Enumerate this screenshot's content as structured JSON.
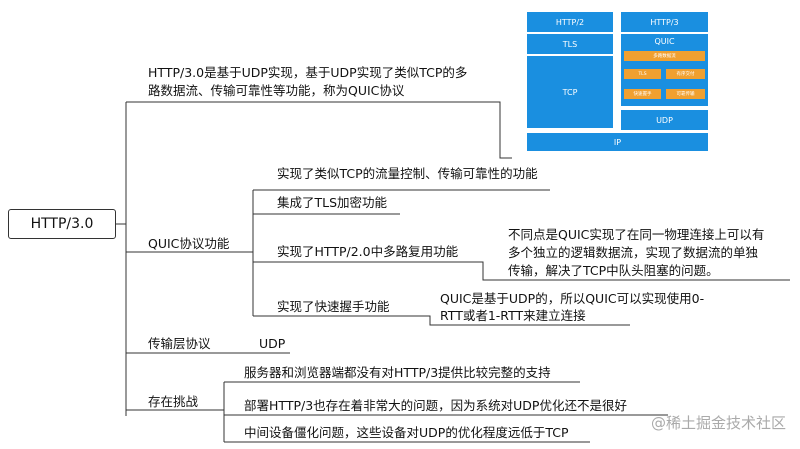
{
  "root": "HTTP/3.0",
  "branch1": {
    "line1": "HTTP/3.0是基于UDP实现，基于UDP实现了类似TCP的多",
    "line2": "路数据流、传输可靠性等功能，称为QUIC协议"
  },
  "quic": {
    "label": "QUIC协议功能",
    "items": [
      "实现了类似TCP的流量控制、传输可靠性的功能",
      "集成了TLS加密功能",
      "实现了HTTP/2.0中多路复用功能",
      "实现了快速握手功能"
    ],
    "multiplex_note": [
      "不同点是QUIC实现了在同一物理连接上可以有",
      "多个独立的逻辑数据流，实现了数据流的单独",
      "传输，解决了TCP中队头阻塞的问题。"
    ],
    "handshake_note": [
      "QUIC是基于UDP的，所以QUIC可以实现使用0-",
      "RTT或者1-RTT来建立连接"
    ]
  },
  "transport": {
    "label": "传输层协议",
    "value": "UDP"
  },
  "challenges": {
    "label": "存在挑战",
    "items": [
      "服务器和浏览器端都没有对HTTP/3提供比较完整的支持",
      "部署HTTP/3也存在着非常大的问题，因为系统对UDP优化还不是很好",
      "中间设备僵化问题，这些设备对UDP的优化程度远低于TCP"
    ]
  },
  "stack": {
    "http2": "HTTP/2",
    "http3": "HTTP/3",
    "tls": "TLS",
    "quic": "QUIC",
    "tcp": "TCP",
    "udp": "UDP",
    "ip": "IP",
    "quic_parts": [
      "多路数据流",
      "TLS",
      "有序交付",
      "快速握手",
      "可靠传输"
    ]
  },
  "watermark": "@稀土掘金技术社区",
  "colors": {
    "block": "#1a8fe0",
    "sub": "#f0a030",
    "line": "#333333"
  }
}
